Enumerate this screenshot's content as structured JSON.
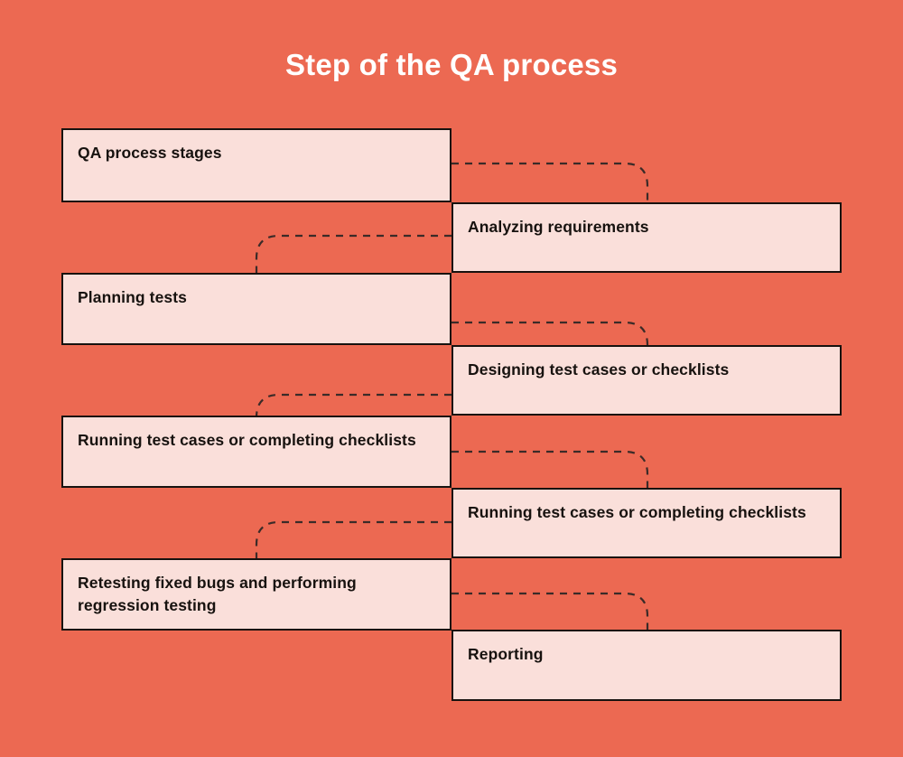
{
  "page": {
    "title": "Step of the QA process",
    "background_color": "#EC6952",
    "box_fill_color": "#FADFDA",
    "box_border_color": "#17120F",
    "title_color": "#FFFFFF",
    "connector_color": "#3B2B28"
  },
  "diagram": {
    "type": "zigzag-flow",
    "steps": [
      {
        "label": "QA process stages",
        "side": "left"
      },
      {
        "label": "Analyzing requirements",
        "side": "right"
      },
      {
        "label": "Planning tests",
        "side": "left"
      },
      {
        "label": "Designing test cases or checklists",
        "side": "right"
      },
      {
        "label": "Running test cases or completing checklists",
        "side": "left"
      },
      {
        "label": "Running test cases or completing checklists",
        "side": "right"
      },
      {
        "label": "Retesting fixed bugs and performing regression testing",
        "side": "left"
      },
      {
        "label": "Reporting",
        "side": "right"
      }
    ]
  }
}
